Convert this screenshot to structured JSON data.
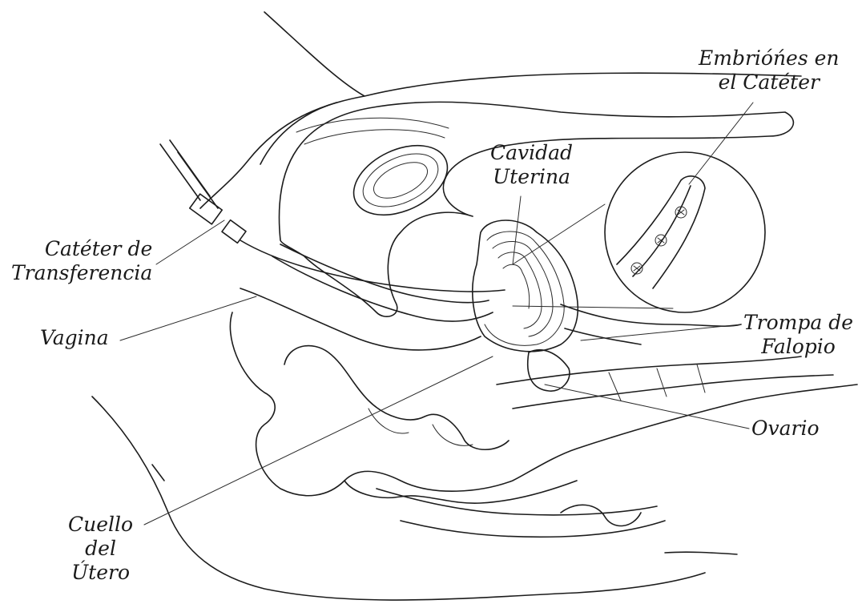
{
  "labels": {
    "embryos": {
      "line1": "Embrióńes en",
      "line2": "el Catéter"
    },
    "cavity": {
      "line1": "Cavidad",
      "line2": "Uterina"
    },
    "catheter": {
      "line1": "Catéter de",
      "line2": "Transferencia"
    },
    "vagina": "Vagina",
    "tube": {
      "line1": "Trompa de",
      "line2": "Falopio"
    },
    "ovary": "Ovario",
    "cervix": {
      "line1": "Cuello",
      "line2": "del",
      "line3": "Útero"
    }
  }
}
